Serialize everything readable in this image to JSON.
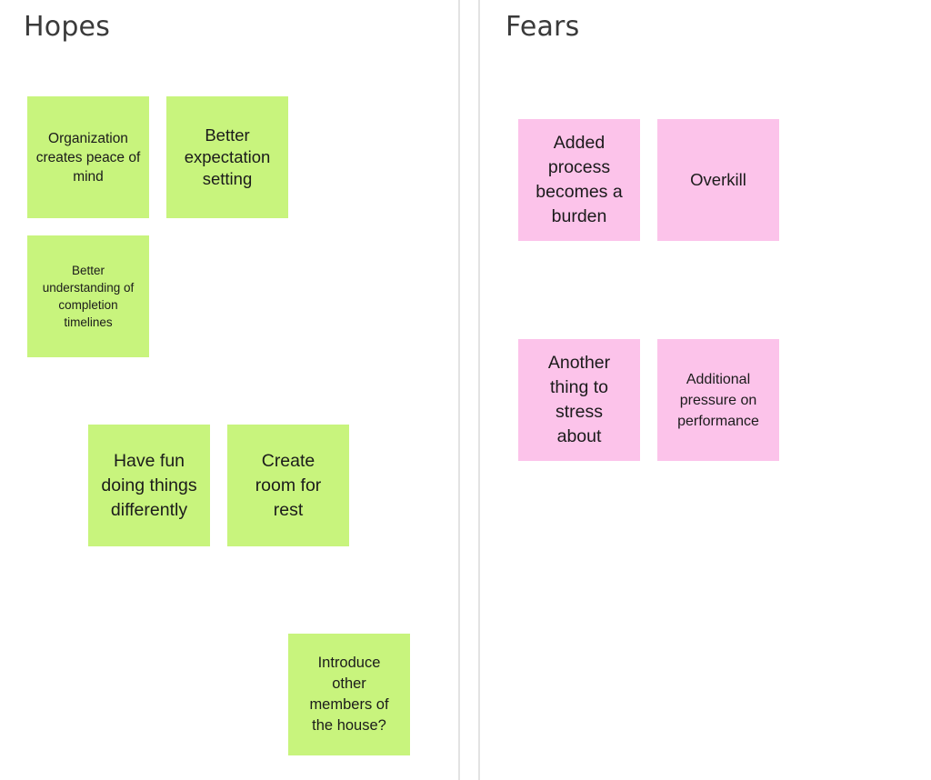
{
  "board": {
    "hopes": {
      "title": "Hopes",
      "notes": [
        {
          "text": "Organization creates peace of mind",
          "color": "#c8f47d"
        },
        {
          "text": "Better expectation setting",
          "color": "#c8f47d"
        },
        {
          "text": "Better understanding of completion timelines",
          "color": "#c8f47d"
        },
        {
          "text": "Have fun doing things differently",
          "color": "#c8f47d"
        },
        {
          "text": "Create room for rest",
          "color": "#c8f47d"
        },
        {
          "text": "Introduce other members of the house?",
          "color": "#c8f47d"
        }
      ]
    },
    "fears": {
      "title": "Fears",
      "notes": [
        {
          "text": "Added process becomes a burden",
          "color": "#fcc3ea"
        },
        {
          "text": "Overkill",
          "color": "#fcc3ea"
        },
        {
          "text": "Another thing to stress about",
          "color": "#fcc3ea"
        },
        {
          "text": "Additional pressure on performance",
          "color": "#fcc3ea"
        }
      ]
    }
  }
}
